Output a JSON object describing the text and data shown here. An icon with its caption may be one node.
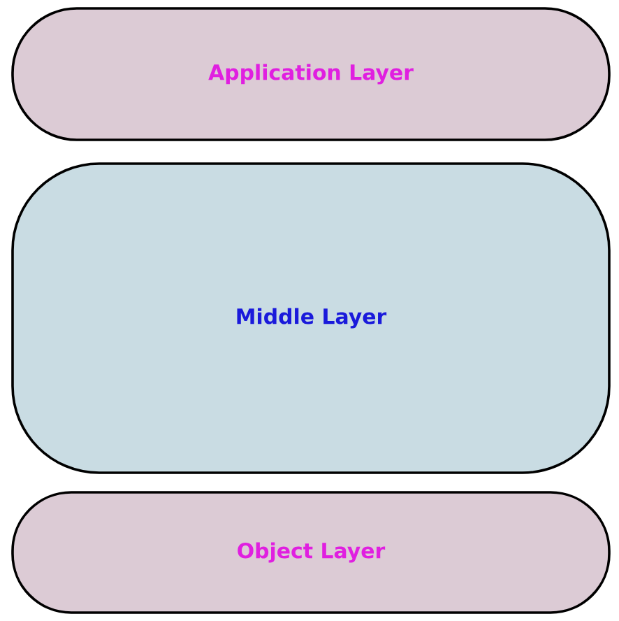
{
  "diagram": {
    "nodes": [
      {
        "text": [
          "Application Layer"
        ]
      },
      {
        "text": [
          "Middle Layer"
        ]
      },
      {
        "text": [
          "Object Layer"
        ]
      }
    ]
  }
}
